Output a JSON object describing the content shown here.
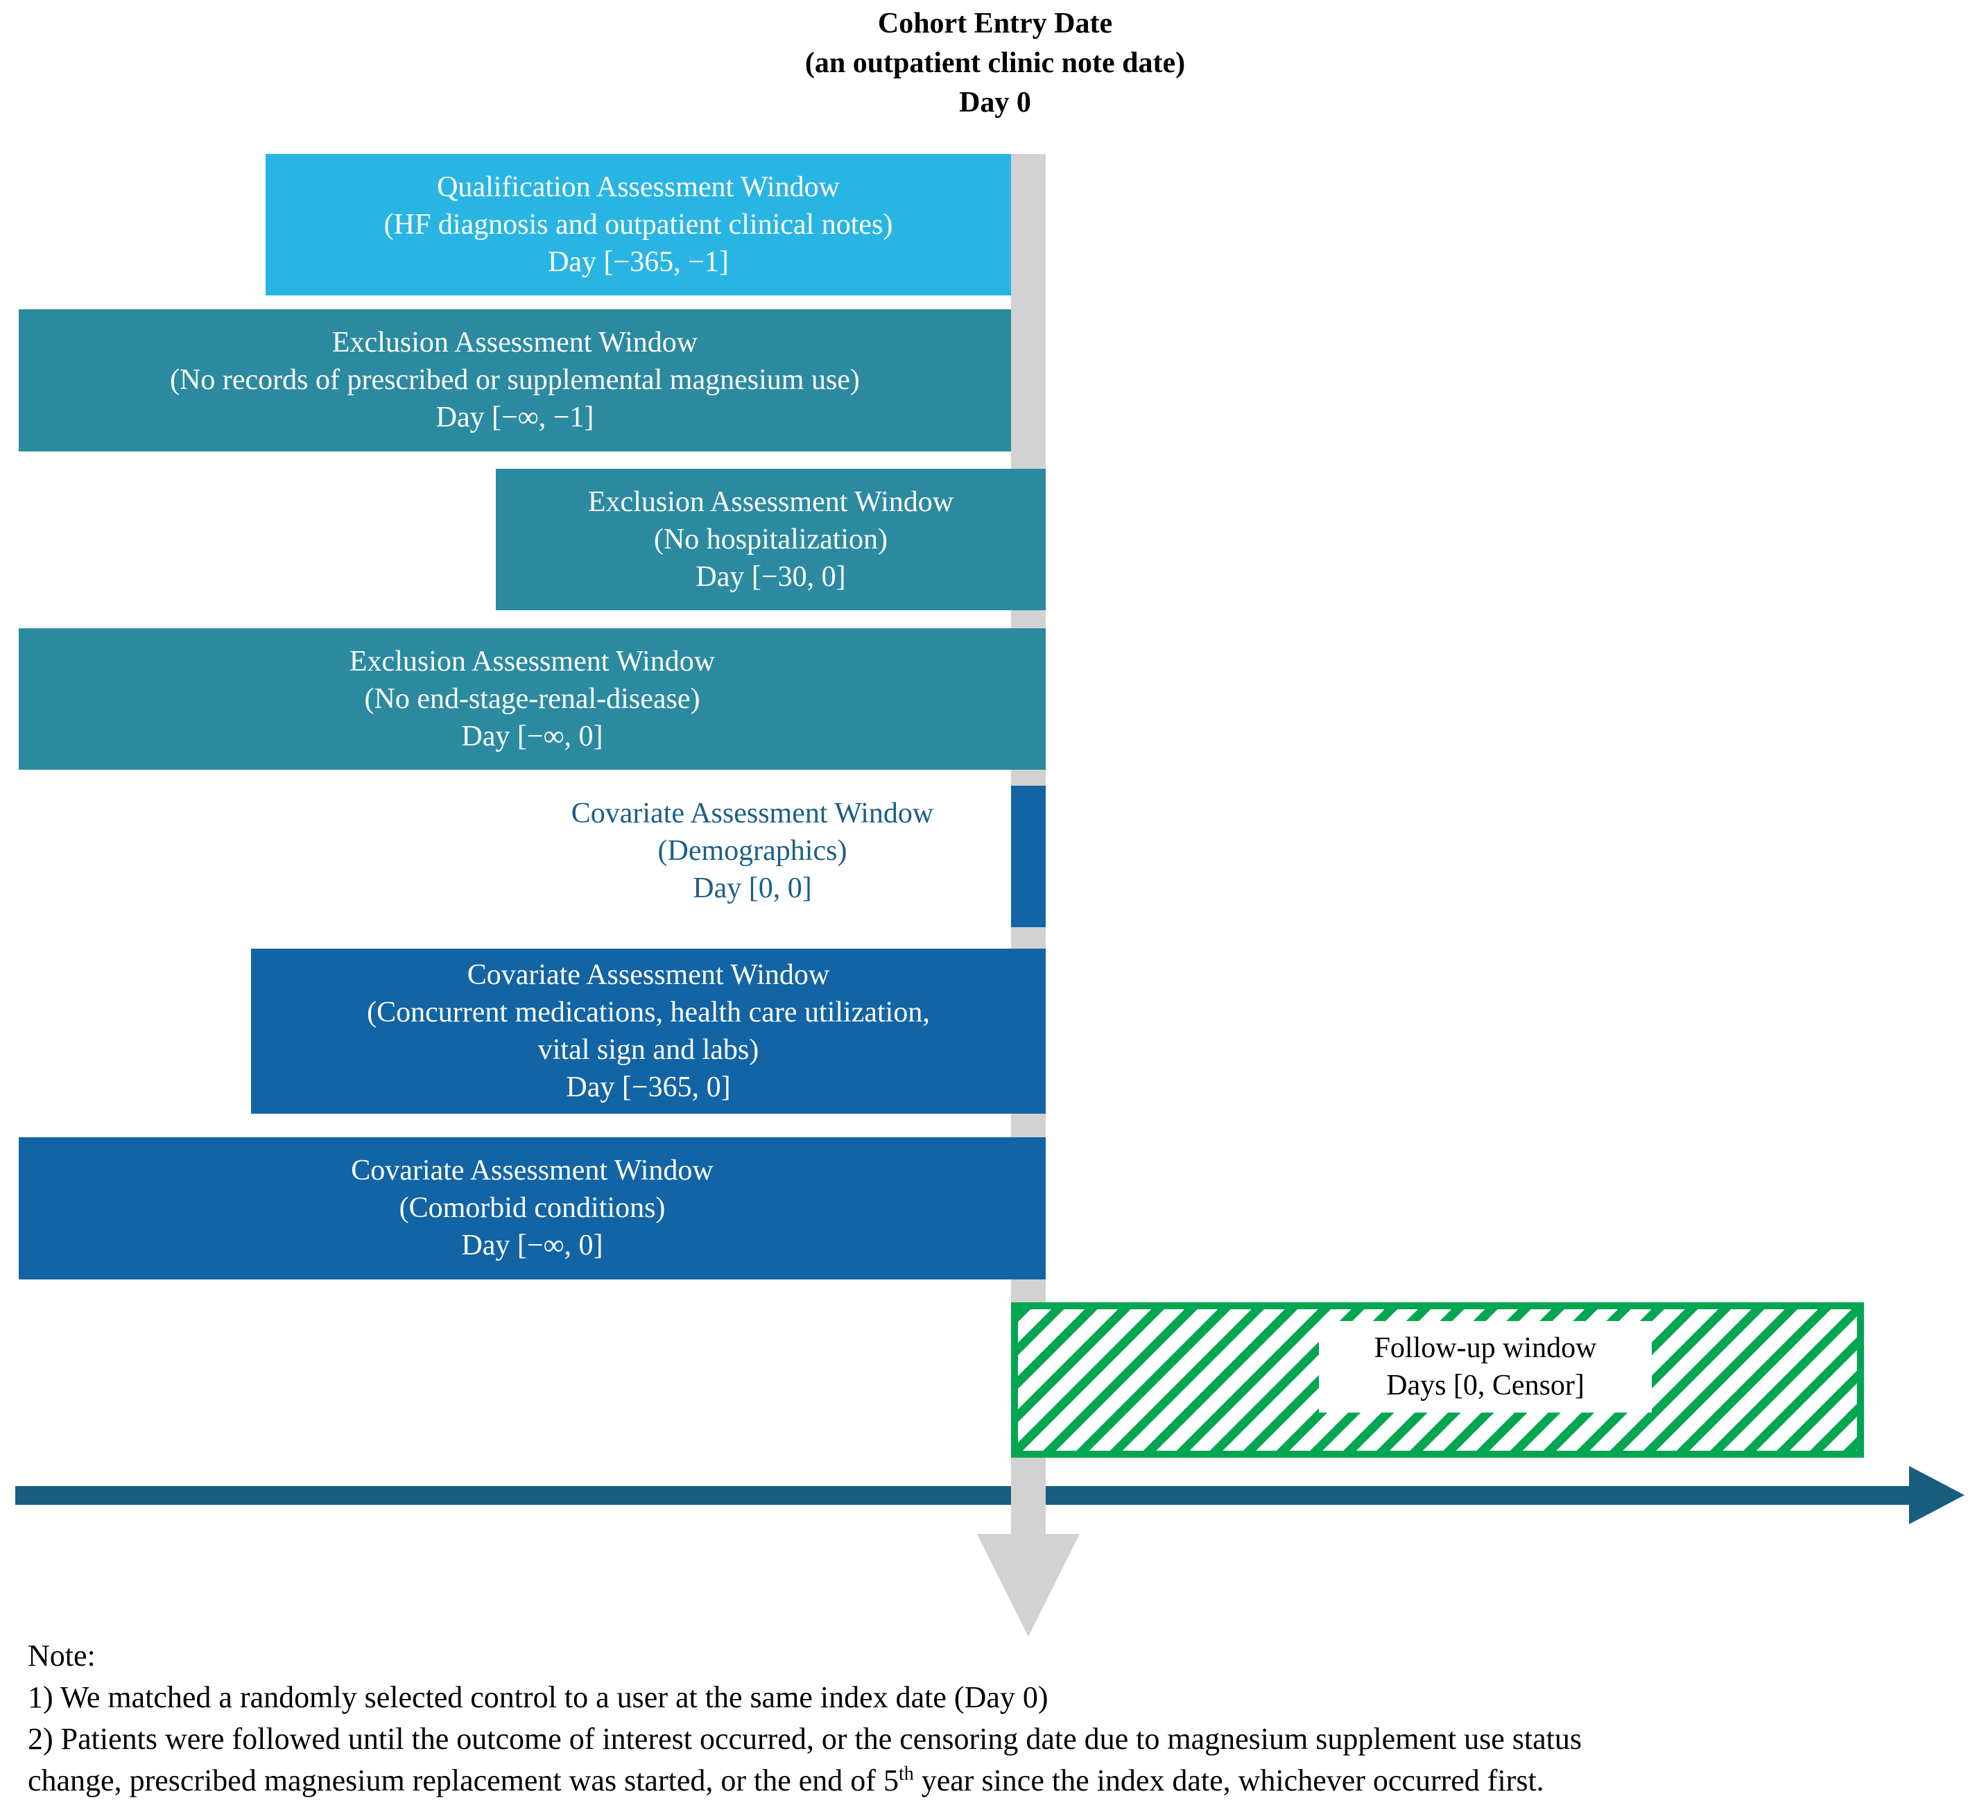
{
  "title": {
    "line1": "Cohort Entry Date",
    "line2": "(an outpatient clinic note date)",
    "line3": "Day 0"
  },
  "windows": [
    {
      "id": "qualification",
      "color": "#29b5e3",
      "lines": [
        "Qualification Assessment Window",
        "(HF diagnosis and outpatient clinical notes)",
        "Day [−365, −1]"
      ]
    },
    {
      "id": "exclusion-magnesium",
      "color": "#2b8aa0",
      "lines": [
        "Exclusion Assessment Window",
        "(No records of prescribed or supplemental magnesium use)",
        "Day [−∞, −1]"
      ]
    },
    {
      "id": "exclusion-hospitalization",
      "color": "#2b8aa0",
      "lines": [
        "Exclusion Assessment Window",
        "(No hospitalization)",
        "Day [−30, 0]"
      ]
    },
    {
      "id": "exclusion-esrd",
      "color": "#2b8aa0",
      "lines": [
        "Exclusion Assessment Window",
        "(No end-stage-renal-disease)",
        "Day [−∞, 0]"
      ]
    },
    {
      "id": "covariate-demographics",
      "color": "#1264a4",
      "lines": [
        "Covariate Assessment Window",
        "(Demographics)",
        "Day [0, 0]"
      ]
    },
    {
      "id": "covariate-concurrent",
      "color": "#1264a4",
      "lines": [
        "Covariate Assessment Window",
        "(Concurrent medications, health care utilization,",
        "vital sign and labs)",
        "Day [−365, 0]"
      ]
    },
    {
      "id": "covariate-comorbid",
      "color": "#1264a4",
      "lines": [
        "Covariate Assessment Window",
        "(Comorbid conditions)",
        "Day [−∞, 0]"
      ]
    }
  ],
  "followup": {
    "hatch_color": "#00a651",
    "lines": [
      "Follow-up window",
      "Days [0, Censor]"
    ]
  },
  "timeline": {
    "color": "#175e7e"
  },
  "cohort_entry_marker": {
    "color": "#d2d2d2"
  },
  "note": {
    "heading": "Note:",
    "line1": "1) We matched a randomly selected control to a user at the same index date (Day 0)",
    "line2": "2) Patients were followed until the outcome of interest occurred, or the censoring date due to magnesium supplement use status",
    "line3_pre": "change, prescribed magnesium replacement was started, or the end of 5",
    "line3_sup": "th",
    "line3_post": " year since the index date, whichever occurred first."
  }
}
